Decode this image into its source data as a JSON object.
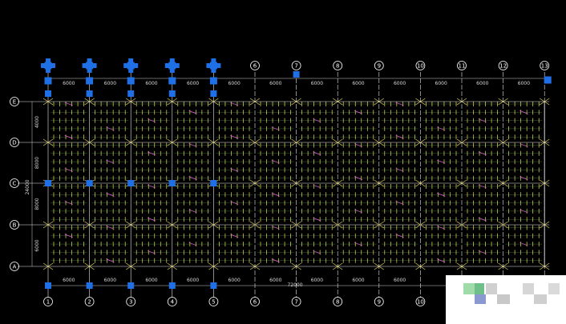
{
  "drawing": {
    "columns": [
      "1",
      "2",
      "3",
      "4",
      "5",
      "6",
      "7",
      "8",
      "9",
      "10",
      "11",
      "12",
      "13"
    ],
    "rows": [
      "A",
      "B",
      "C",
      "D",
      "E"
    ],
    "top_axis_labels": [
      "6",
      "7",
      "8",
      "9",
      "10",
      "11",
      "12",
      "13"
    ],
    "bottom_axis_labels": [
      "1",
      "2",
      "3",
      "4",
      "5",
      "6",
      "7",
      "8",
      "9",
      "10"
    ],
    "bay_spacing_labels": [
      "6000",
      "6000",
      "6000",
      "6000",
      "6000",
      "6000",
      "6000",
      "6000",
      "6000",
      "6000",
      "6000",
      "6000"
    ],
    "bottom_bay_spacing_labels": [
      "6000",
      "6000",
      "6000",
      "6000",
      "6000",
      "6000",
      "6000",
      "6000",
      "6000"
    ],
    "row_spacing_labels": [
      "4000",
      "8000",
      "8000",
      "6000"
    ],
    "total_width_label": "72000",
    "total_depth_label": "24000",
    "colors": {
      "background": "#000000",
      "grid": "#e8e8e8",
      "rebar": "#f0e060",
      "beam": "#80ff80",
      "marker": "#1f6fe6",
      "accent": "#ff60ff"
    }
  }
}
